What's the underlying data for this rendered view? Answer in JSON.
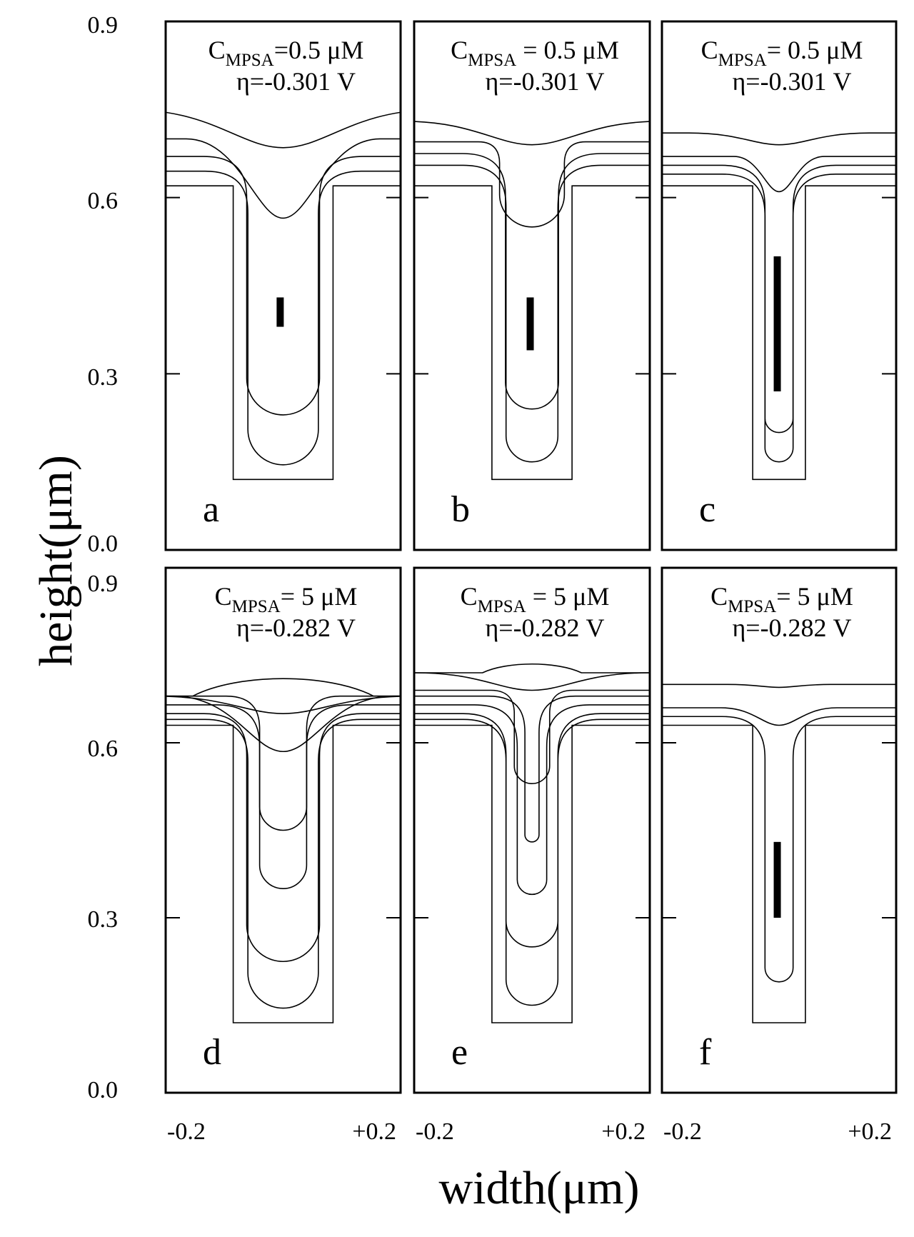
{
  "figure": {
    "xlabel": "width(μm)",
    "ylabel": "height(μm)"
  },
  "chart_data": [
    {
      "type": "line",
      "panel": "a",
      "annotation": {
        "c_main": "C",
        "c_sub": "MPSA",
        "c_value": "=0.5 μM",
        "eta": "η=-0.301 V"
      },
      "xlim": [
        -0.2,
        0.2
      ],
      "ylim": [
        0.0,
        0.9
      ],
      "x_ticks": [
        "-0.2",
        "+0.2"
      ],
      "y_ticks": [
        "0.0",
        "0.3",
        "0.6",
        "0.9"
      ],
      "trench": {
        "x_half_width": 0.085,
        "top": 0.62,
        "bottom": 0.12
      },
      "void": {
        "x": -0.005,
        "y0": 0.38,
        "y1": 0.43
      },
      "contours": [
        {
          "flat": 0.75,
          "x_half": 0.12,
          "tip": 0.685
        },
        {
          "flat": 0.7,
          "x_half": 0.075,
          "tip": 0.565
        },
        {
          "flat": 0.67,
          "x_half": 0.062,
          "tip": 0.23
        },
        {
          "flat": 0.645,
          "x_half": 0.06,
          "tip": 0.145
        }
      ]
    },
    {
      "type": "line",
      "panel": "b",
      "annotation": {
        "c_main": "C",
        "c_sub": "MPSA",
        "c_value": " = 0.5 μM",
        "eta": "η=-0.301 V"
      },
      "xlim": [
        -0.2,
        0.2
      ],
      "ylim": [
        0.0,
        0.9
      ],
      "x_ticks": [
        "-0.2",
        "+0.2"
      ],
      "y_ticks": [
        "0.0",
        "0.3",
        "0.6",
        "0.9"
      ],
      "trench": {
        "x_half_width": 0.068,
        "top": 0.62,
        "bottom": 0.12
      },
      "void": {
        "x": -0.003,
        "y0": 0.34,
        "y1": 0.43
      },
      "contours": [
        {
          "flat": 0.73,
          "x_half": 0.1,
          "tip": 0.69
        },
        {
          "flat": 0.695,
          "x_half": 0.055,
          "tip": 0.55
        },
        {
          "flat": 0.675,
          "x_half": 0.045,
          "tip": 0.24
        },
        {
          "flat": 0.655,
          "x_half": 0.044,
          "tip": 0.15
        }
      ]
    },
    {
      "type": "line",
      "panel": "c",
      "annotation": {
        "c_main": "C",
        "c_sub": "MPSA",
        "c_value": "= 0.5 μM",
        "eta": "η=-0.301 V"
      },
      "xlim": [
        -0.2,
        0.2
      ],
      "ylim": [
        0.0,
        0.9
      ],
      "x_ticks": [
        "-0.2",
        "+0.2"
      ],
      "y_ticks": [
        "0.0",
        "0.3",
        "0.6",
        "0.9"
      ],
      "trench": {
        "x_half_width": 0.045,
        "top": 0.62,
        "bottom": 0.12
      },
      "void": {
        "x": -0.003,
        "y0": 0.27,
        "y1": 0.5
      },
      "contours": [
        {
          "flat": 0.71,
          "x_half": 0.07,
          "tip": 0.69
        },
        {
          "flat": 0.67,
          "x_half": 0.035,
          "tip": 0.61
        },
        {
          "flat": 0.655,
          "x_half": 0.024,
          "tip": 0.2
        },
        {
          "flat": 0.64,
          "x_half": 0.024,
          "tip": 0.15
        }
      ]
    },
    {
      "type": "line",
      "panel": "d",
      "annotation": {
        "c_main": "C",
        "c_sub": "MPSA",
        "c_value": "= 5 μM",
        "eta": "η=-0.282 V"
      },
      "xlim": [
        -0.2,
        0.2
      ],
      "ylim": [
        0.0,
        0.9
      ],
      "x_ticks": [
        "-0.2",
        "+0.2"
      ],
      "y_ticks": [
        "0.0",
        "0.3",
        "0.6",
        "0.9"
      ],
      "trench": {
        "x_half_width": 0.085,
        "top": 0.63,
        "bottom": 0.12
      },
      "void": null,
      "contours": [
        {
          "flat": 0.68,
          "x_half": 0.11,
          "tip": 0.72,
          "bump": true
        },
        {
          "flat": 0.68,
          "x_half": 0.1,
          "tip": 0.65
        },
        {
          "flat": 0.68,
          "x_half": 0.085,
          "tip": 0.585
        },
        {
          "flat": 0.68,
          "x_half": 0.04,
          "tip": 0.45
        },
        {
          "flat": 0.665,
          "x_half": 0.04,
          "tip": 0.35
        },
        {
          "flat": 0.65,
          "x_half": 0.062,
          "tip": 0.225
        },
        {
          "flat": 0.64,
          "x_half": 0.06,
          "tip": 0.145
        }
      ]
    },
    {
      "type": "line",
      "panel": "e",
      "annotation": {
        "c_main": "C",
        "c_sub": "MPSA",
        "c_value": " = 5 μM",
        "eta": "η=-0.282 V"
      },
      "xlim": [
        -0.2,
        0.2
      ],
      "ylim": [
        0.0,
        0.9
      ],
      "x_ticks": [
        "-0.2",
        "+0.2"
      ],
      "y_ticks": [
        "0.0",
        "0.3",
        "0.6",
        "0.9"
      ],
      "trench": {
        "x_half_width": 0.068,
        "top": 0.63,
        "bottom": 0.12
      },
      "void": null,
      "contours": [
        {
          "flat": 0.72,
          "x_half": 0.06,
          "tip": 0.74,
          "bump": true
        },
        {
          "flat": 0.72,
          "x_half": 0.09,
          "tip": 0.69
        },
        {
          "flat": 0.69,
          "x_half": 0.03,
          "tip": 0.53
        },
        {
          "flat": 0.68,
          "x_half": 0.012,
          "tip": 0.43
        },
        {
          "flat": 0.665,
          "x_half": 0.025,
          "tip": 0.34
        },
        {
          "flat": 0.65,
          "x_half": 0.044,
          "tip": 0.25
        },
        {
          "flat": 0.64,
          "x_half": 0.044,
          "tip": 0.15
        }
      ]
    },
    {
      "type": "line",
      "panel": "f",
      "annotation": {
        "c_main": "C",
        "c_sub": "MPSA",
        "c_value": "= 5 μM",
        "eta": "η=-0.282 V"
      },
      "xlim": [
        -0.2,
        0.2
      ],
      "ylim": [
        0.0,
        0.9
      ],
      "x_ticks": [
        "-0.2",
        "+0.2"
      ],
      "y_ticks": [
        "0.0",
        "0.3",
        "0.6",
        "0.9"
      ],
      "trench": {
        "x_half_width": 0.045,
        "top": 0.63,
        "bottom": 0.12
      },
      "void": {
        "x": -0.003,
        "y0": 0.3,
        "y1": 0.43
      },
      "contours": [
        {
          "flat": 0.7,
          "x_half": 0.04,
          "tip": 0.695
        },
        {
          "flat": 0.66,
          "x_half": 0.045,
          "tip": 0.63
        },
        {
          "flat": 0.645,
          "x_half": 0.024,
          "tip": 0.19
        }
      ]
    }
  ]
}
